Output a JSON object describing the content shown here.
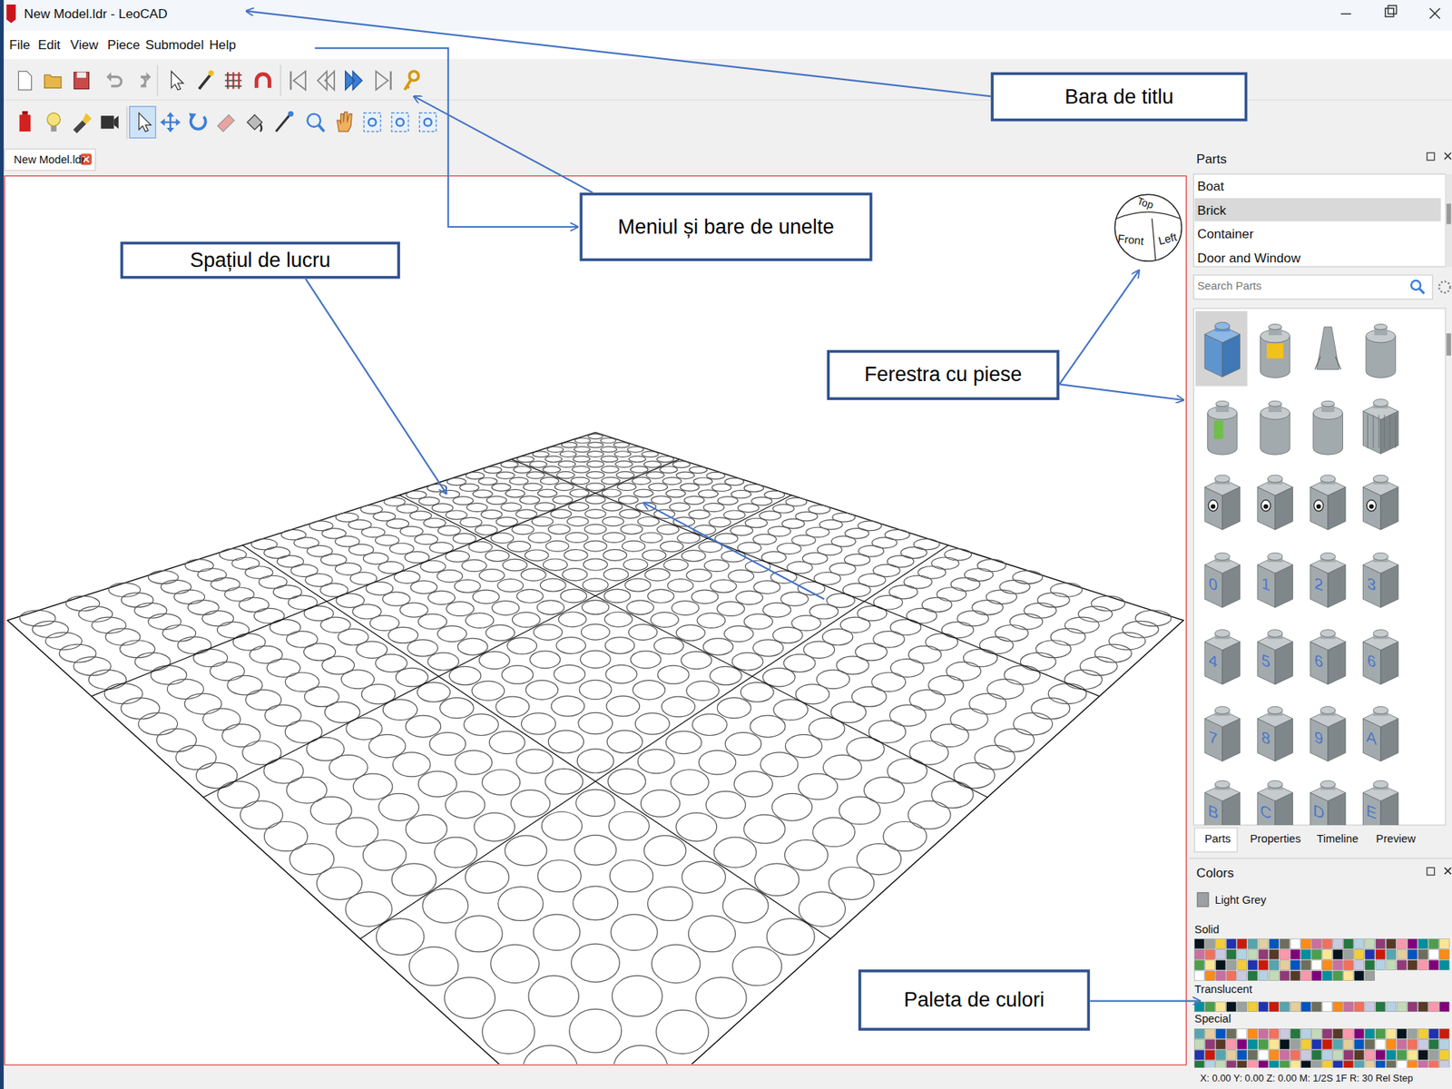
{
  "diagram": {
    "nodes": [
      {
        "text": [
          "Bara de titlu"
        ]
      },
      {
        "text": [
          "Meniul și bare de unelte"
        ]
      },
      {
        "text": [
          "Spațiul de lucru"
        ]
      },
      {
        "text": [
          "Ferestra cu piese"
        ]
      },
      {
        "text": [
          "Paleta de culori"
        ]
      }
    ],
    "labels": [
      "New Model.ldr - LeoCAD",
      "File",
      "Edit",
      "View",
      "Piece",
      "Submodel",
      "Help",
      "New Model.ldr",
      "Top",
      "Front",
      "Left",
      "Parts",
      "Boat",
      "Brick",
      "Container",
      "Door and Window",
      "Search Parts",
      "0",
      "1",
      "2",
      "3",
      "4",
      "5",
      "6",
      "6",
      "7",
      "8",
      "9",
      "A",
      "B",
      "C",
      "D",
      "E",
      "Parts",
      "Properties",
      "Timeline",
      "Preview",
      "Colors",
      "Light Grey",
      "Solid",
      "Translucent",
      "Special",
      "X: 0.00 Y: 0.00 Z: 0.00  M: 1/2S 1F R: 30 Rel  Step"
    ]
  }
}
